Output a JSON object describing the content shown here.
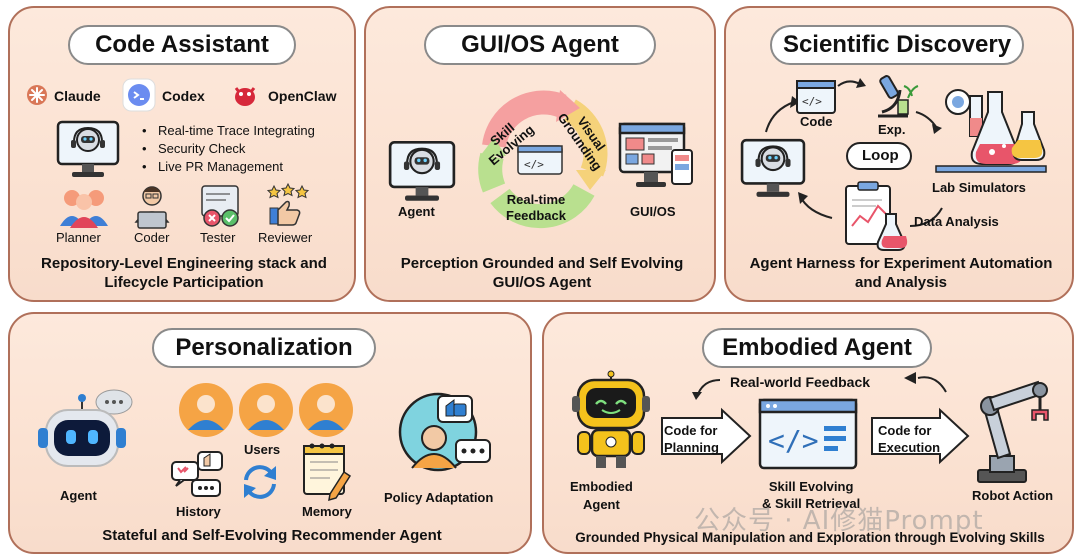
{
  "code_assistant": {
    "title": "Code Assistant",
    "tools": [
      "Claude",
      "Codex",
      "OpenClaw"
    ],
    "bullets": [
      "Real-time Trace Integrating",
      "Security Check",
      "Live PR Management"
    ],
    "roles": [
      "Planner",
      "Coder",
      "Tester",
      "Reviewer"
    ],
    "caption_line1": "Repository-Level Engineering stack and",
    "caption_line2": "Lifecycle Participation"
  },
  "gui_agent": {
    "title": "GUI/OS Agent",
    "agent_label": "Agent",
    "target_label": "GUI/OS",
    "cycle_skill_1": "Skill",
    "cycle_skill_2": "Evolving",
    "cycle_visual_1": "Visual",
    "cycle_visual_2": "Grounding",
    "cycle_feedback_1": "Real-time",
    "cycle_feedback_2": "Feedback",
    "caption_line1": "Perception Grounded and Self Evolving",
    "caption_line2": "GUI/OS Agent"
  },
  "scientific": {
    "title": "Scientific Discovery",
    "code_label": "Code",
    "exp_label": "Exp.",
    "loop_label": "Loop",
    "lab_label": "Lab Simulators",
    "data_label": "Data Analysis",
    "caption_line1": "Agent Harness for Experiment Automation",
    "caption_line2": "and Analysis"
  },
  "personalization": {
    "title": "Personalization",
    "agent_label": "Agent",
    "users_label": "Users",
    "history_label": "History",
    "memory_label": "Memory",
    "policy_label": "Policy Adaptation",
    "caption": "Stateful and Self-Evolving Recommender Agent"
  },
  "embodied": {
    "title": "Embodied Agent",
    "feedback_label": "Real-world Feedback",
    "agent_label_1": "Embodied",
    "agent_label_2": "Agent",
    "planning_label_1": "Code for",
    "planning_label_2": "Planning",
    "skill_label_1": "Skill Evolving",
    "skill_label_2": "& Skill Retrieval",
    "execution_label_1": "Code for",
    "execution_label_2": "Execution",
    "robot_label": "Robot Action",
    "caption": "Grounded Physical Manipulation and Exploration through Evolving Skills"
  },
  "watermark": "公众号 · AI修猫Prompt",
  "colors": {
    "panel_border": "#b0705a",
    "panel_fill": "#fbe2d2",
    "accent_blue": "#2f7fd1",
    "robot_yellow": "#f4c21c"
  }
}
